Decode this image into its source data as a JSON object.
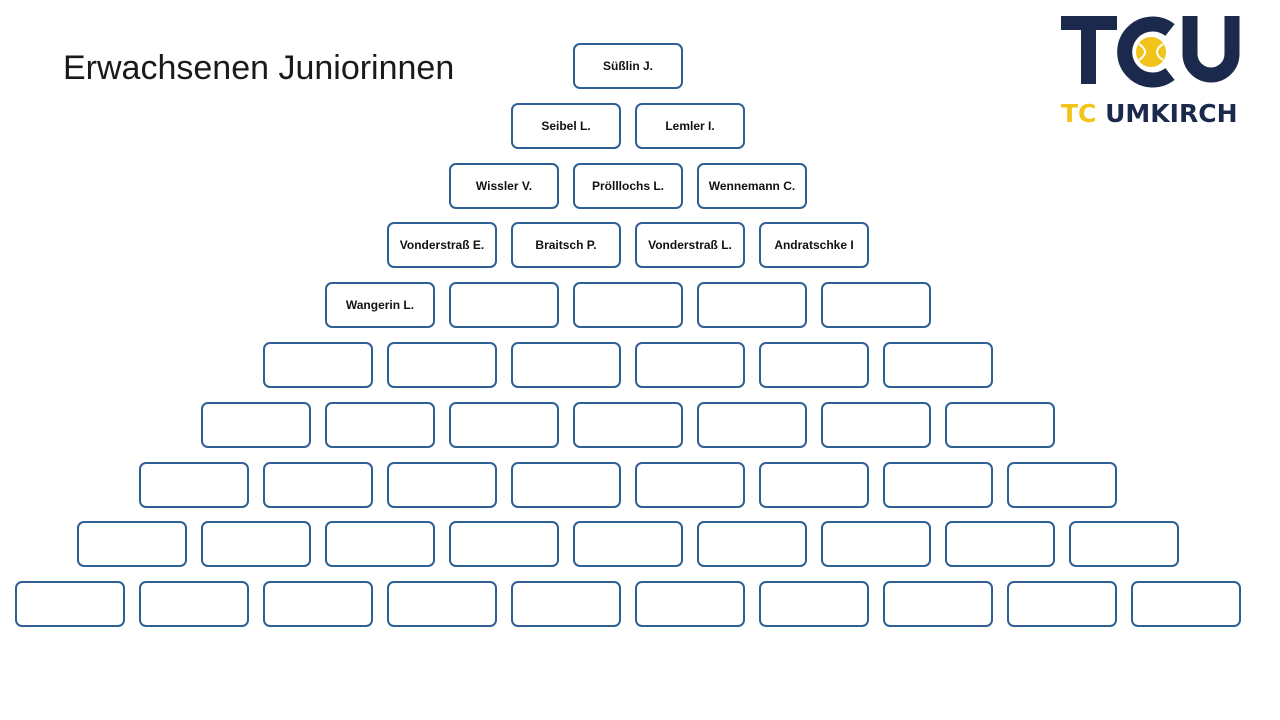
{
  "slide": {
    "title": "Erwachsenen Juniorinnen"
  },
  "logo": {
    "letters": "TCU",
    "name_prefix": "TC",
    "name_suffix": "UMKIRCH",
    "colors": {
      "navy": "#1b2a4c",
      "yellow": "#f2c318"
    },
    "icon": "tennis-ball-icon"
  },
  "pyramid": {
    "rows": [
      [
        "Süßlin J."
      ],
      [
        "Seibel L.",
        "Lemler I."
      ],
      [
        "Wissler V.",
        "Prölllochs L.",
        "Wennemann C."
      ],
      [
        "Vonderstraß E.",
        "Braitsch P.",
        "Vonderstraß L.",
        "Andratschke I"
      ],
      [
        "Wangerin L.",
        "",
        "",
        "",
        ""
      ],
      [
        "",
        "",
        "",
        "",
        "",
        ""
      ],
      [
        "",
        "",
        "",
        "",
        "",
        "",
        ""
      ],
      [
        "",
        "",
        "",
        "",
        "",
        "",
        "",
        ""
      ],
      [
        "",
        "",
        "",
        "",
        "",
        "",
        "",
        "",
        ""
      ],
      [
        "",
        "",
        "",
        "",
        "",
        "",
        "",
        "",
        "",
        ""
      ]
    ],
    "border_color": "#2e5f95"
  }
}
